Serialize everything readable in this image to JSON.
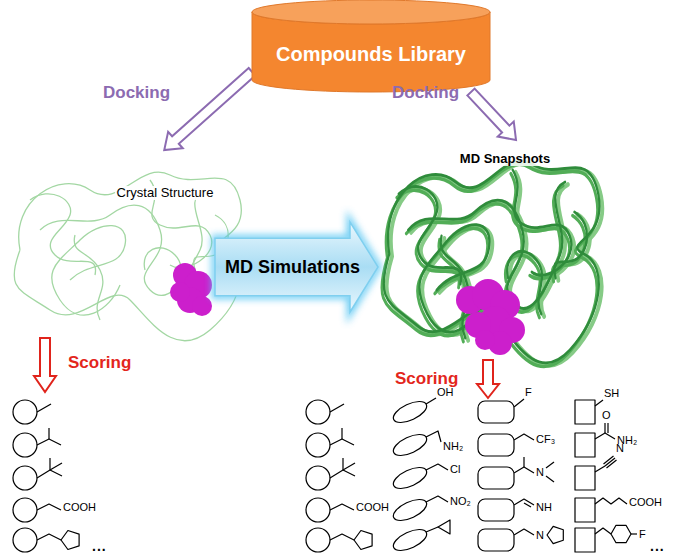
{
  "diagram": {
    "nodes": [
      {
        "text": [
          "Compounds Library"
        ]
      },
      {
        "text": [
          "Crystal Structure"
        ]
      },
      {
        "text": [
          "MD Simulations"
        ]
      },
      {
        "text": [
          "MD Snapshots"
        ]
      }
    ],
    "edges": [
      {
        "from": 0,
        "to": 1,
        "arrow": "to",
        "label": "Docking"
      },
      {
        "from": 0,
        "to": 3,
        "arrow": "to",
        "label": "Docking"
      }
    ],
    "labels": [
      "Scoring",
      "Scoring",
      "COOH",
      "...",
      "COOH",
      "OH",
      "NH₂",
      "Cl",
      "NO₂",
      "F",
      "CF₃",
      "N",
      "NH",
      "N",
      "SH",
      "O",
      "NH₂",
      "N",
      "COOH",
      "F",
      "..."
    ]
  }
}
